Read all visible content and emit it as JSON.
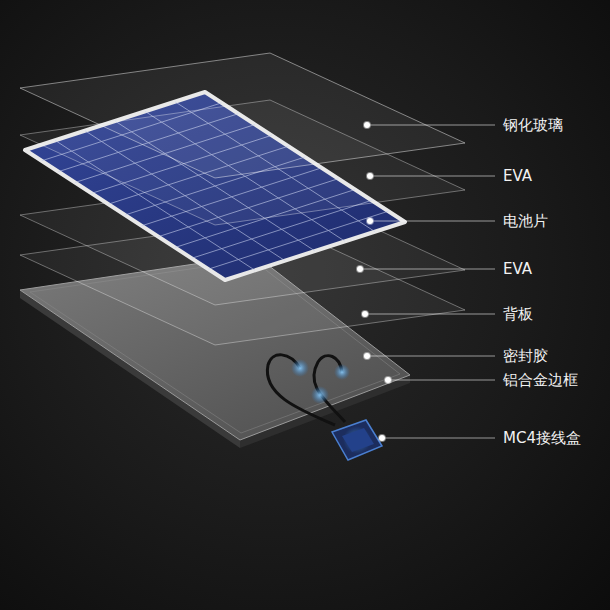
{
  "diagram": {
    "labels": [
      "钢化玻璃",
      "EVA",
      "电池片",
      "EVA",
      "背板",
      "密封胶",
      "铝合金边框",
      "MC4接线盒"
    ]
  }
}
